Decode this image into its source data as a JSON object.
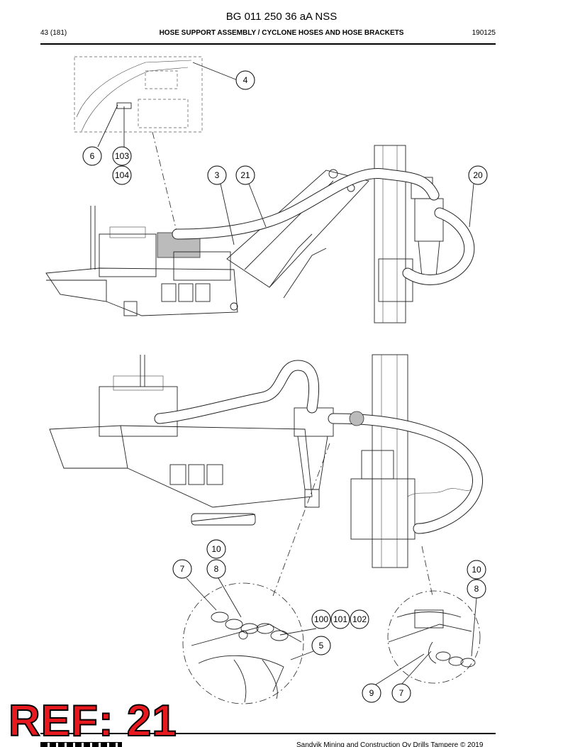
{
  "header": {
    "doc_title": "BG 011 250 36 aA NSS",
    "page_number": "43 (181)",
    "section_title": "HOSE SUPPORT ASSEMBLY / CYCLONE HOSES AND HOSE BRACKETS",
    "doc_date": "190125"
  },
  "callouts": {
    "top_view": [
      "4",
      "6",
      "103",
      "104",
      "3",
      "21",
      "20"
    ],
    "bottom_view": [
      "10",
      "7",
      "8",
      "10",
      "8",
      "100",
      "101",
      "102",
      "5",
      "9",
      "7"
    ]
  },
  "stamp": {
    "text": "REF: 21",
    "color": "#e8191e"
  },
  "footer": {
    "text": "Sandvik Mining and Construction Oy Drills Tampere © 2019"
  }
}
